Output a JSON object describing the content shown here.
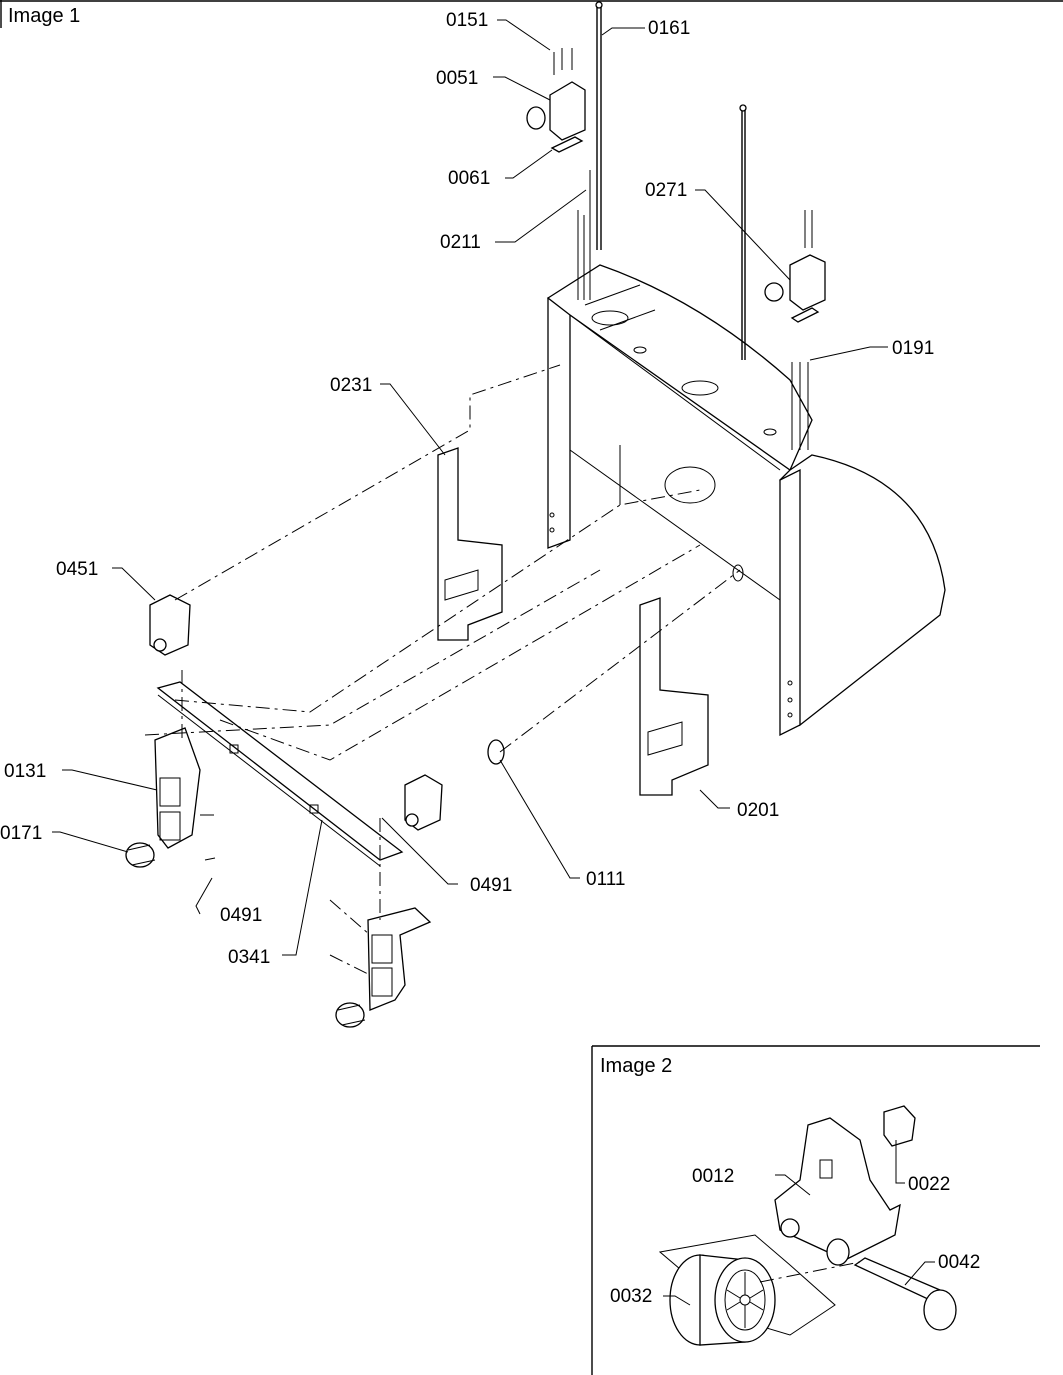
{
  "panels": [
    {
      "label": "Image 1"
    },
    {
      "label": "Image 2"
    }
  ],
  "callouts": {
    "p0151": "0151",
    "p0161": "0161",
    "p0051": "0051",
    "p0061": "0061",
    "p0211": "0211",
    "p0271": "0271",
    "p0191": "0191",
    "p0231": "0231",
    "p0451": "0451",
    "p0131": "0131",
    "p0171": "0171",
    "p0491a": "0491",
    "p0491b": "0491",
    "p0341": "0341",
    "p0111": "0111",
    "p0201": "0201",
    "p0012": "0012",
    "p0022": "0022",
    "p0032": "0032",
    "p0042": "0042"
  }
}
